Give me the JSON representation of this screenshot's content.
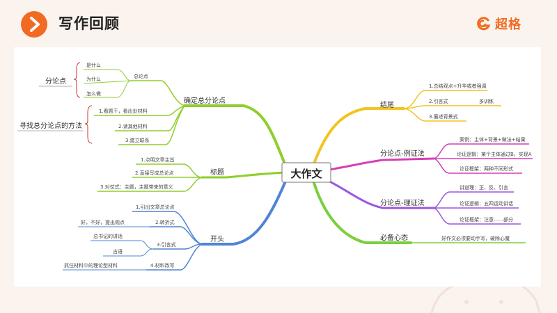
{
  "header": {
    "title": "写作回顾",
    "logo_text": "超格",
    "nav_icon": "chevron-right-icon",
    "logo_icon": "swirl-logo-icon"
  },
  "colors": {
    "accent": "#f26a21",
    "green": "#8fce2e",
    "blue": "#4f84d6",
    "yellow": "#f2c423",
    "magenta": "#d63fb5",
    "purple": "#9b57e0",
    "green_light": "#7bcf3c",
    "red_bracket": "#c0392b"
  },
  "mindmap": {
    "center": "大作文",
    "left": {
      "confirm": {
        "label": "确定总分论点",
        "zonglun": "总论点",
        "items": [
          "是什么",
          "为什么",
          "怎么做"
        ],
        "methods": [
          "1.看题干，看出处材料",
          "2.读其他材料",
          "3.建立联系"
        ],
        "side_fenlun": "分论点",
        "side_method": "寻找总分论点的方法"
      },
      "title": {
        "label": "标题",
        "items": [
          "1.点明文章主旨",
          "2.直接写成总论点",
          "3.对仗式：主题，主题带来的意义"
        ]
      },
      "opening": {
        "label": "开头",
        "items": [
          "1.引出文章总论点",
          "2.转折式",
          "3.引言式",
          "4.材料改写"
        ],
        "zhuanzhe_note": "好，不好，提出观点",
        "yinyan_notes": [
          "总书记的讲话",
          "古语"
        ],
        "cailiao_note": "抓住材料中的理论型材料"
      }
    },
    "right": {
      "ending": {
        "label": "结尾",
        "items": [
          "1.总结观点+升华或者强调",
          "2.引言式",
          "3.展述背景式"
        ],
        "note": "多训练"
      },
      "example": {
        "label": "分论点-例证法",
        "items": [
          "案例：主体+背景+做法+结果",
          "论证逻辑：某个主体通过B，实现A",
          "论证框架：两种不同形式"
        ]
      },
      "reason": {
        "label": "分论点-理证法",
        "items": [
          "讲道理：正、反、引言",
          "论证逻辑：五四运动讲话",
          "论证框架：注意……部分"
        ]
      },
      "mindset": {
        "label": "必备心态",
        "items": [
          "好作文必须要动手写，破除心魔"
        ]
      }
    }
  }
}
